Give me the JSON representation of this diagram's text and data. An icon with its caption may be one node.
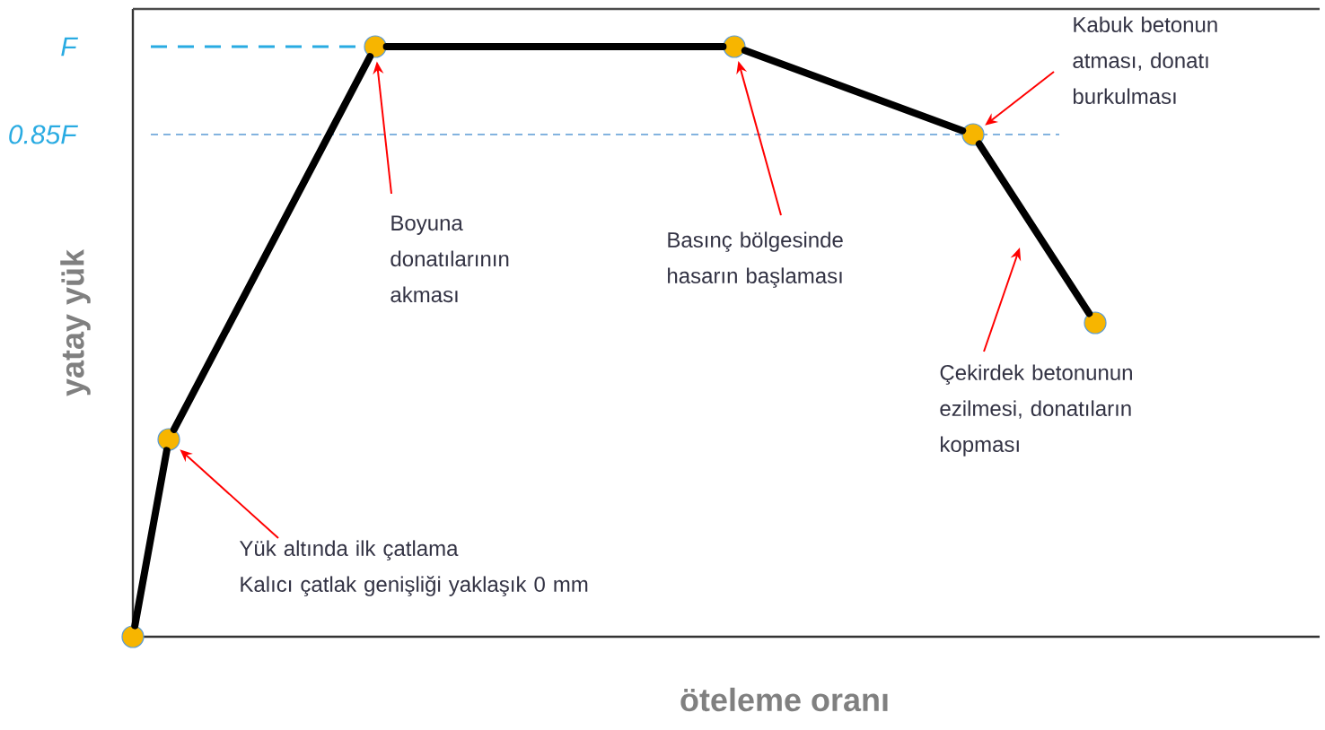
{
  "diagram": {
    "nodes": [
      {
        "text": [],
        "shape": "circle"
      },
      {
        "text": [],
        "shape": "circle"
      },
      {
        "text": [],
        "shape": "circle"
      },
      {
        "text": [],
        "shape": "circle"
      },
      {
        "text": [],
        "shape": "circle"
      },
      {
        "text": [],
        "shape": "circle"
      },
      {
        "text": [
          "Yük altında ilk çatlama",
          "Kalıcı çatlak genişliği yaklaşık 0 mm"
        ]
      },
      {
        "text": [
          "Boyuna donatılarının akması"
        ]
      },
      {
        "text": [
          "Basınç bölgesinde hasarın başlaması"
        ]
      },
      {
        "text": [
          "Kabuk betonun atması, donatı burkulması"
        ]
      },
      {
        "text": [
          "Çekirdek betonunun ezilmesi, donatıların kopması"
        ]
      }
    ],
    "edges": [
      {
        "from": 0,
        "to": 1,
        "arrow": "none",
        "style": "thick"
      },
      {
        "from": 1,
        "to": 2,
        "arrow": "none",
        "style": "thick"
      },
      {
        "from": 2,
        "to": 3,
        "arrow": "none",
        "style": "thick"
      },
      {
        "from": 3,
        "to": 4,
        "arrow": "none",
        "style": "thick"
      },
      {
        "from": 4,
        "to": 5,
        "arrow": "none",
        "style": "thick"
      },
      {
        "from": 6,
        "to": 1,
        "arrow": "to",
        "color": "#ff0000"
      },
      {
        "from": 7,
        "to": 2,
        "arrow": "to",
        "color": "#ff0000"
      },
      {
        "from": 8,
        "to": 3,
        "arrow": "to",
        "color": "#ff0000"
      },
      {
        "from": 9,
        "to": 4,
        "arrow": "to",
        "color": "#ff0000"
      },
      {
        "from": 10,
        "to": null,
        "arrow": "to",
        "color": "#ff0000"
      }
    ],
    "labels": [
      "F",
      "0.85F",
      "yatay yük",
      "öteleme oranı"
    ]
  }
}
